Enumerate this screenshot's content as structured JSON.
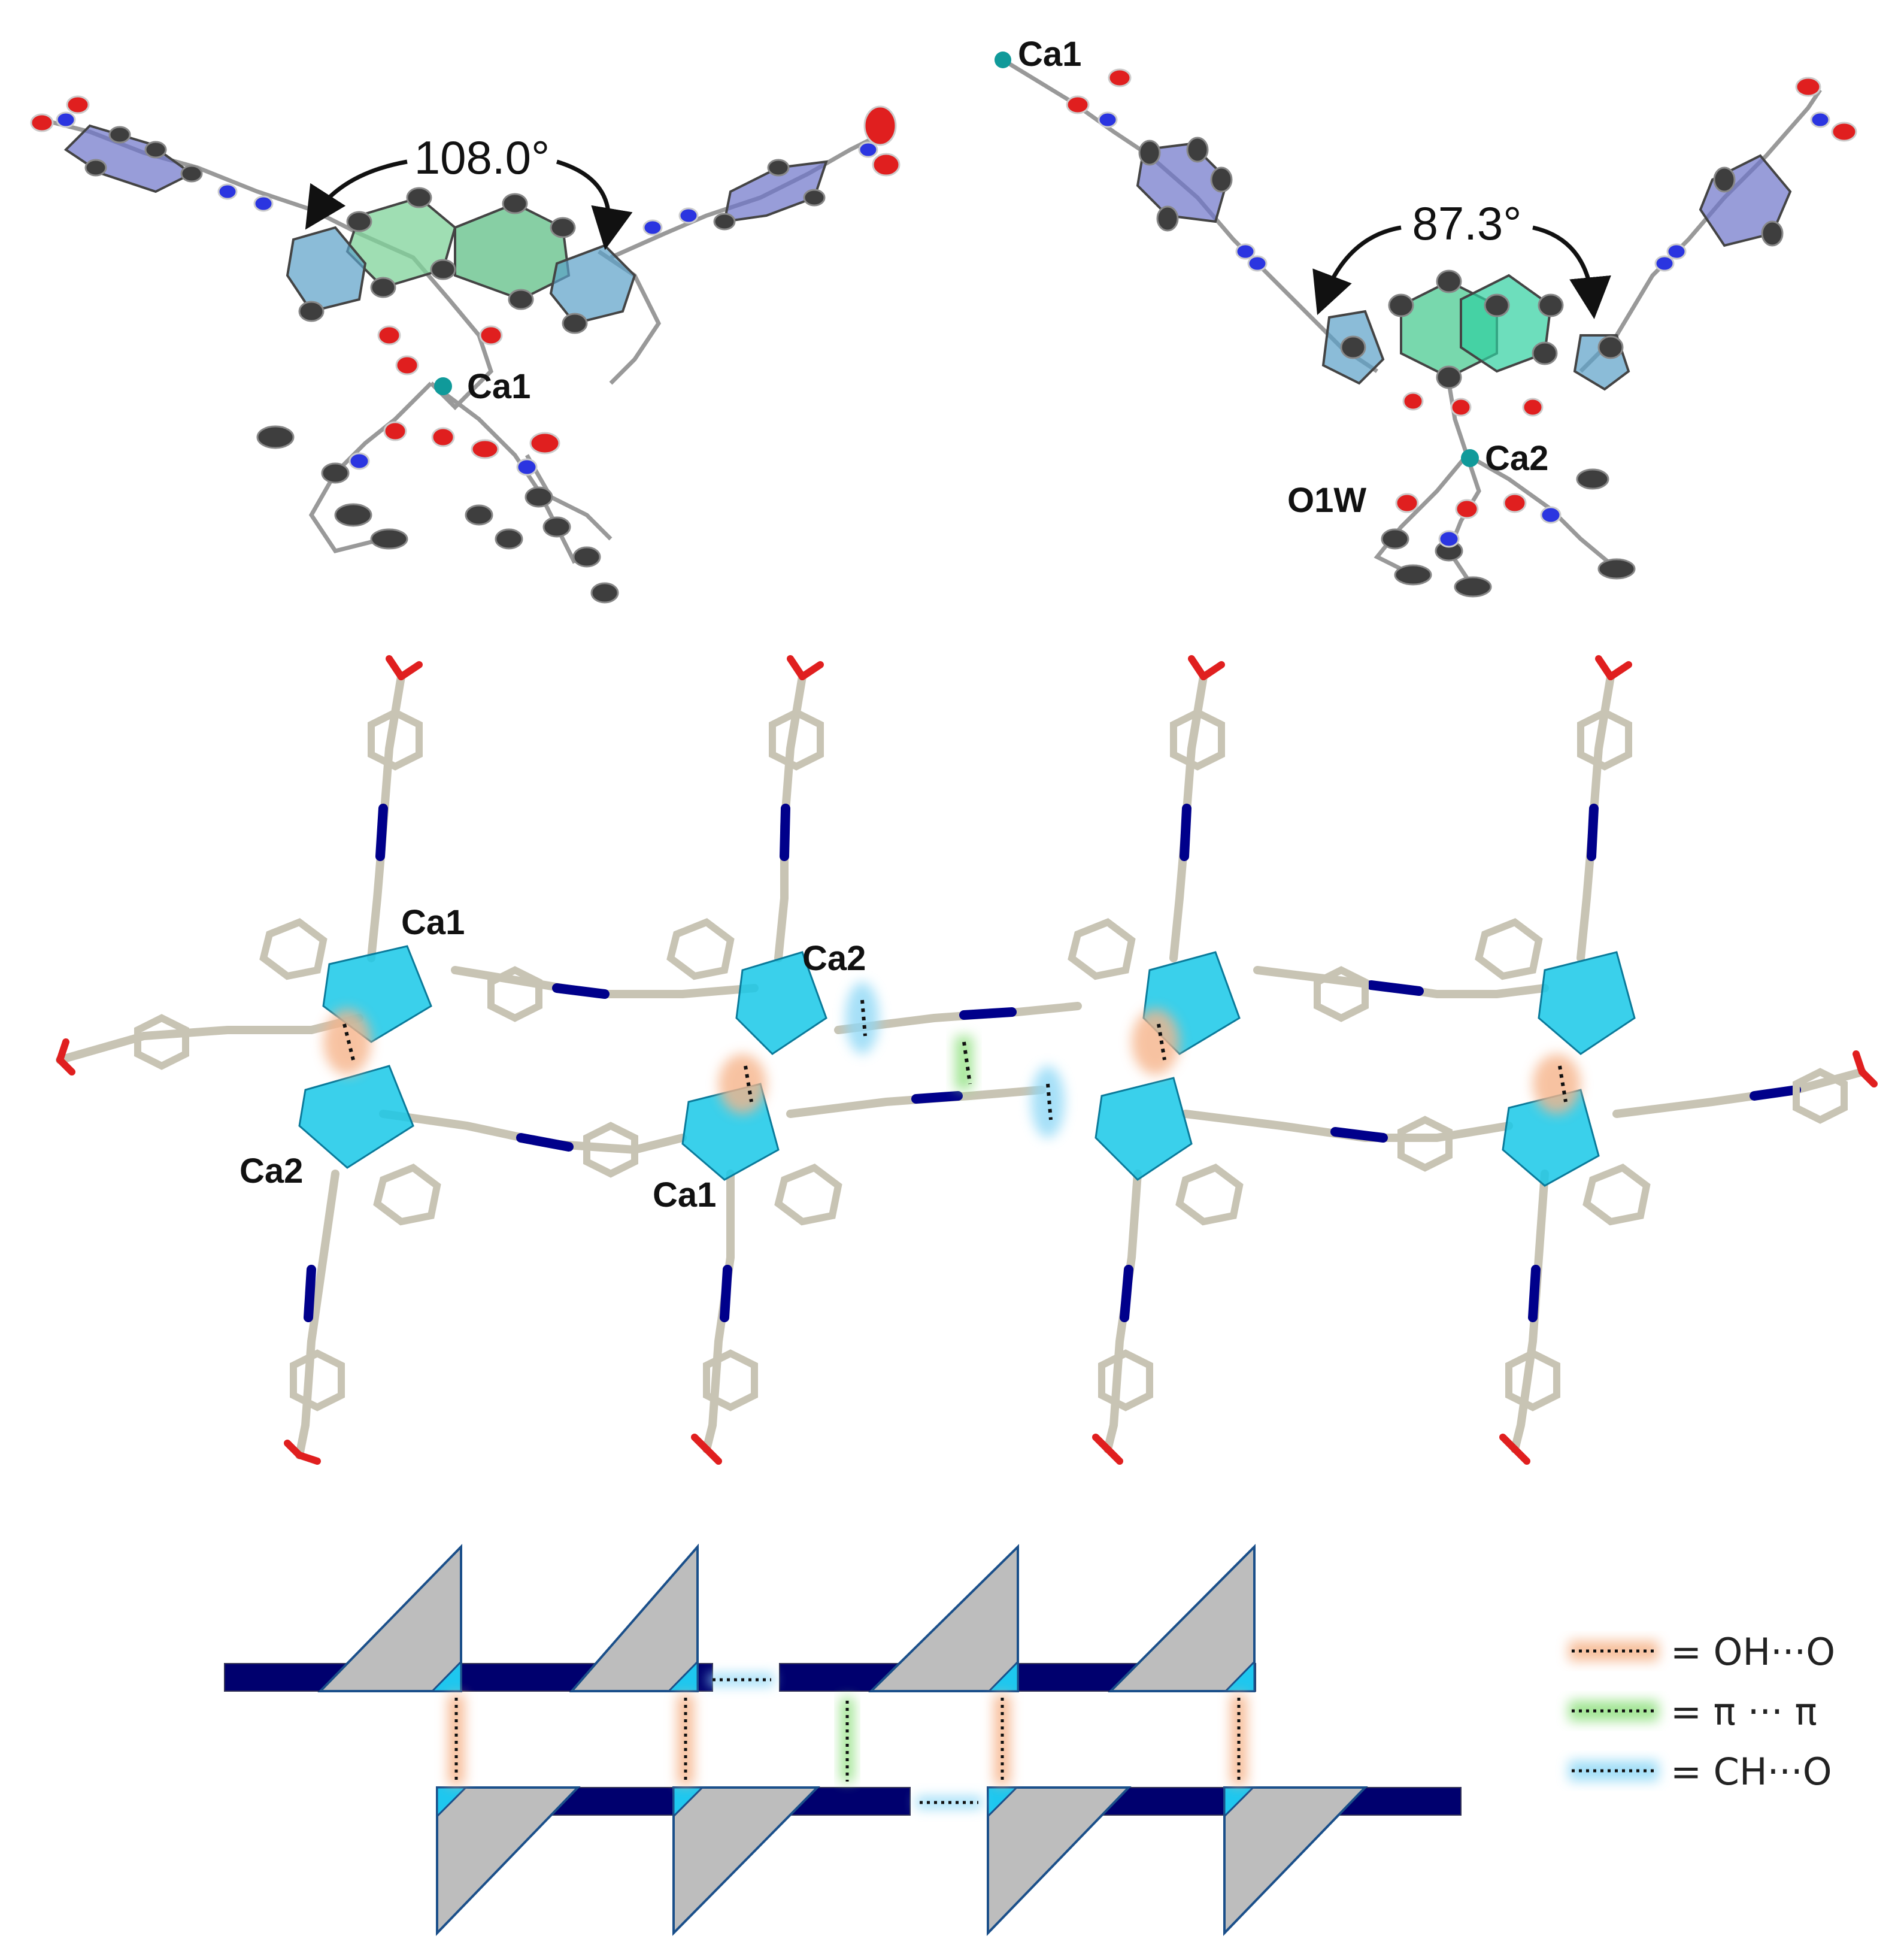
{
  "colors": {
    "carbon": "#3e3e3e",
    "nitrogen": "#2b35e0",
    "oxygen": "#e01f1f",
    "calcium": "#109a9a",
    "stick": "#c8c4b4",
    "polyhedron": "#18c8e8",
    "green_ring": "#7fd39a",
    "blue_ring": "#6c74c9",
    "cartoon_bar": "#00006e",
    "cartoon_triangle": "#bdbdbd",
    "cartoon_cyan": "#1ec7ef",
    "oh_o": "#f6b48a",
    "pi_pi": "#8fe07f",
    "ch_o": "#8fd8f6"
  },
  "panel_top_left": {
    "angle_label": "108.0°",
    "atom_labels": [
      "Ca1"
    ]
  },
  "panel_top_right": {
    "angle_label": "87.3°",
    "atom_labels": [
      "Ca1",
      "Ca2",
      "O1W"
    ]
  },
  "panel_middle": {
    "atom_labels": [
      "Ca1",
      "Ca2",
      "Ca2",
      "Ca1"
    ]
  },
  "legend": {
    "items": [
      {
        "label": "= OH···O",
        "color_key": "oh_o"
      },
      {
        "label": "= π ··· π",
        "color_key": "pi_pi"
      },
      {
        "label": "= CH···O",
        "color_key": "ch_o"
      }
    ]
  }
}
